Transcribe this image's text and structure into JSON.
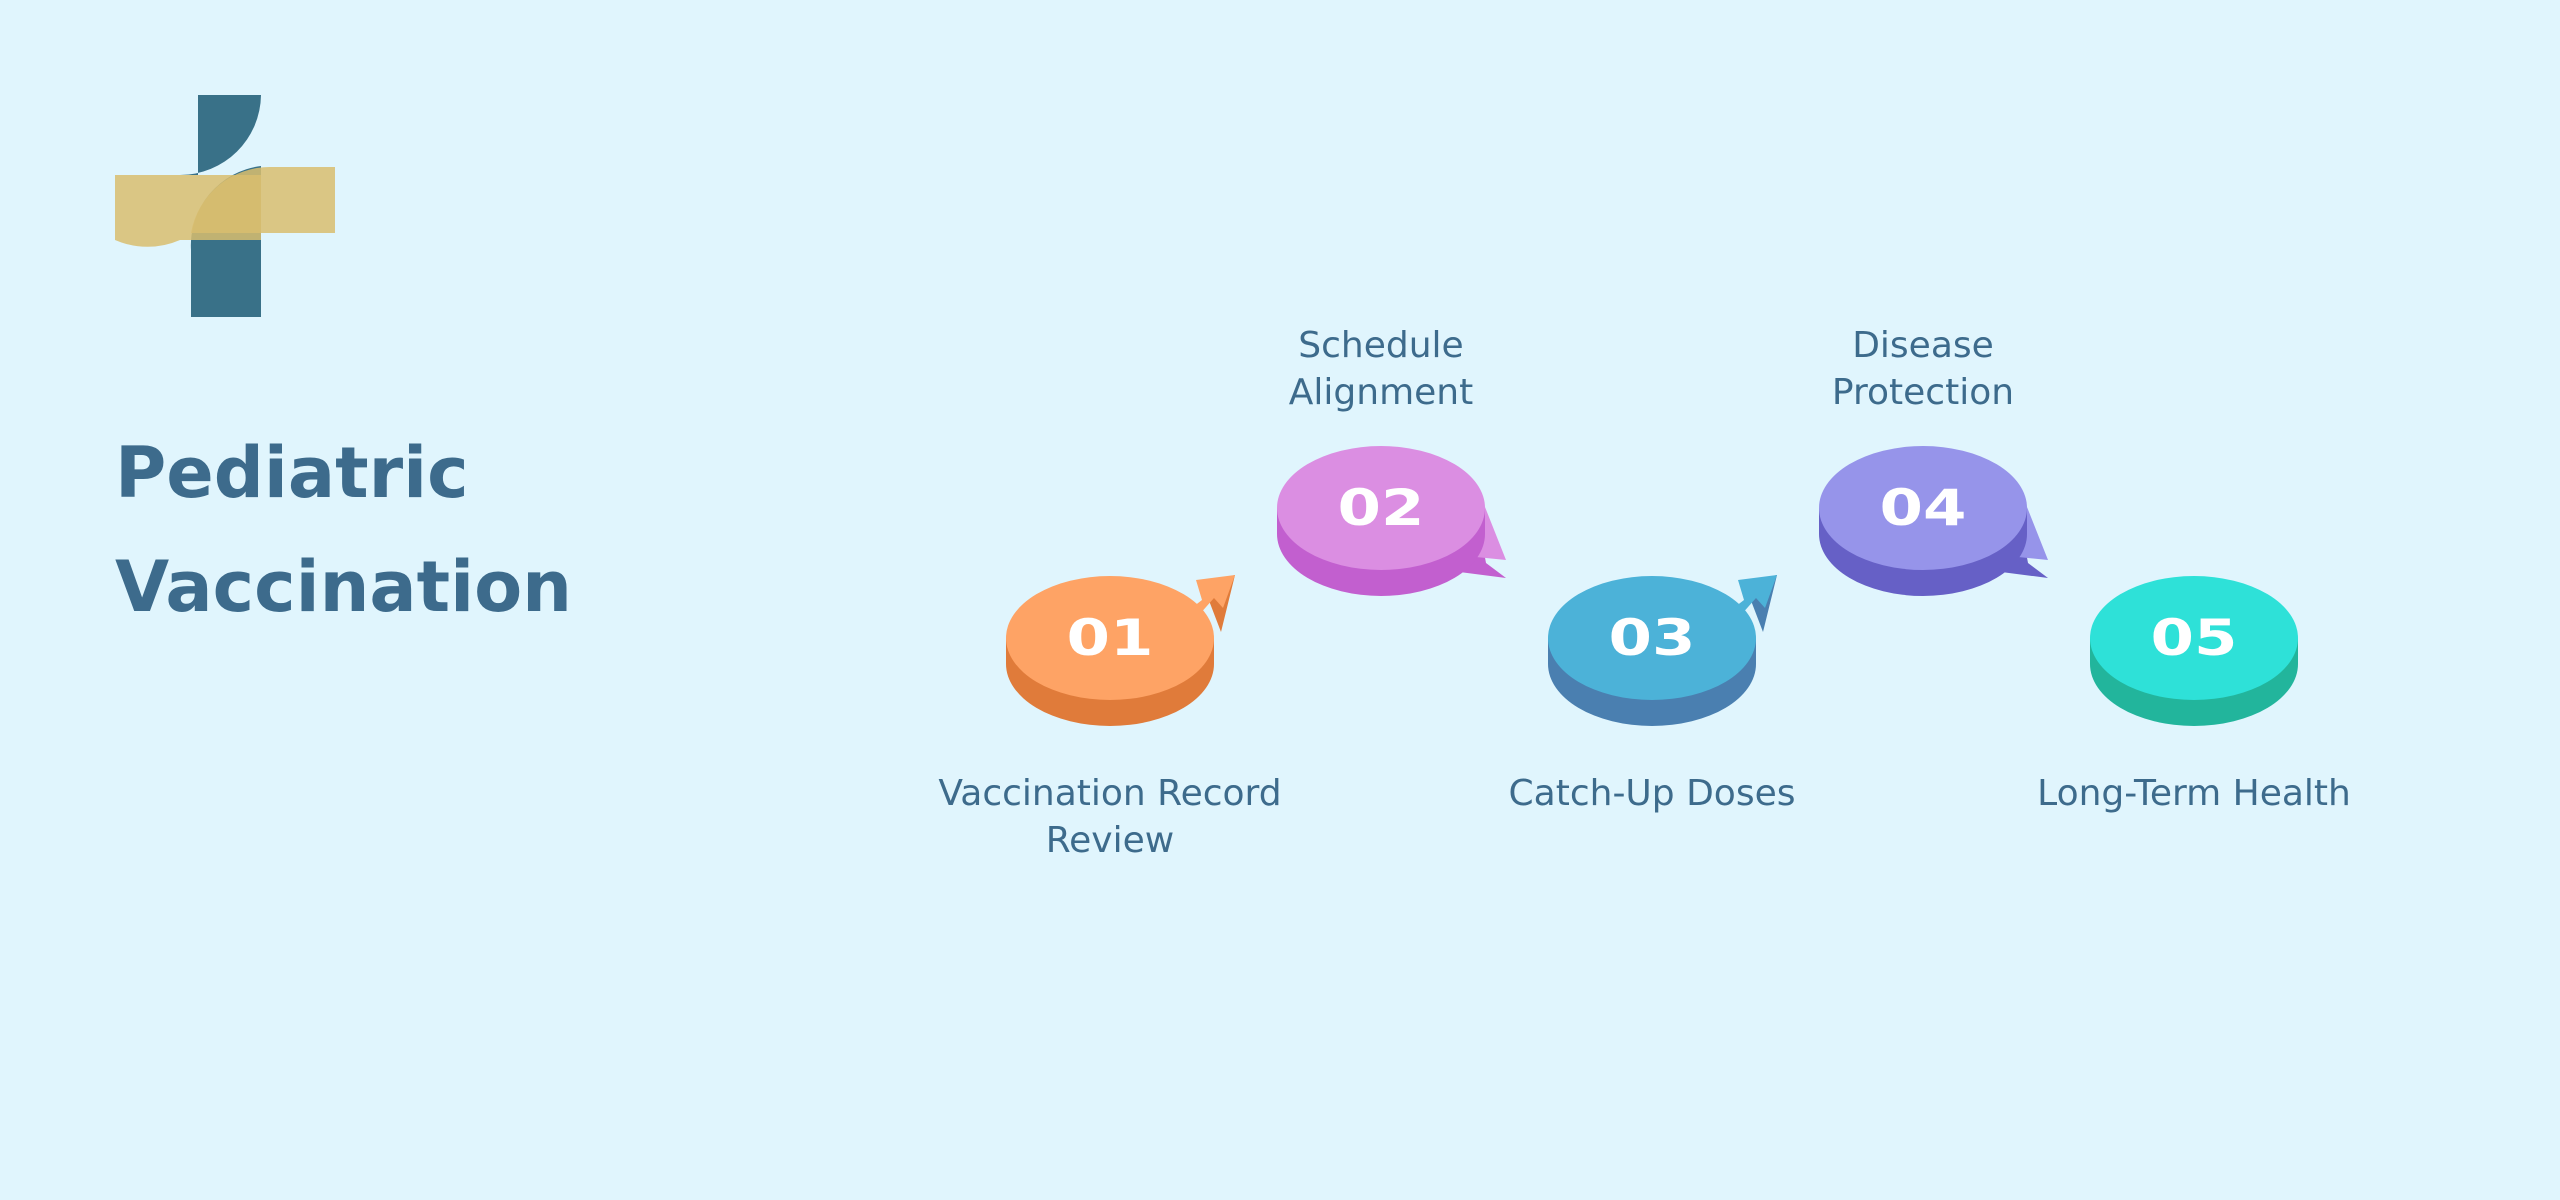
{
  "title": {
    "line1": "Pediatric",
    "line2": "Vaccination"
  },
  "logo": {
    "icon": "medical-cross-icon",
    "colors": {
      "teal": "#2a657e",
      "gold": "#d8bd6f"
    }
  },
  "steps": [
    {
      "number": "01",
      "label_lines": [
        "Vaccination Record",
        "Review"
      ],
      "label_position": "below",
      "color_top": "#fea365",
      "color_side": "#e07b3a",
      "arrow": "up-right"
    },
    {
      "number": "02",
      "label_lines": [
        "Schedule",
        "Alignment"
      ],
      "label_position": "above",
      "color_top": "#db8ee2",
      "color_side": "#c25fcf",
      "arrow": "down-right"
    },
    {
      "number": "03",
      "label_lines": [
        "Catch-Up Doses"
      ],
      "label_position": "below",
      "color_top": "#4cb2d8",
      "color_side": "#4a7fb0",
      "arrow": "up-right"
    },
    {
      "number": "04",
      "label_lines": [
        "Disease",
        "Protection"
      ],
      "label_position": "above",
      "color_top": "#9694ea",
      "color_side": "#6660c6",
      "arrow": "down-right"
    },
    {
      "number": "05",
      "label_lines": [
        "Long-Term Health"
      ],
      "label_position": "below",
      "color_top": "#2ee1d8",
      "color_side": "#22b59c",
      "arrow": "none"
    }
  ],
  "colors": {
    "background": "#e0f5fd",
    "text": "#3d6b8c",
    "number_text": "#ffffff"
  }
}
